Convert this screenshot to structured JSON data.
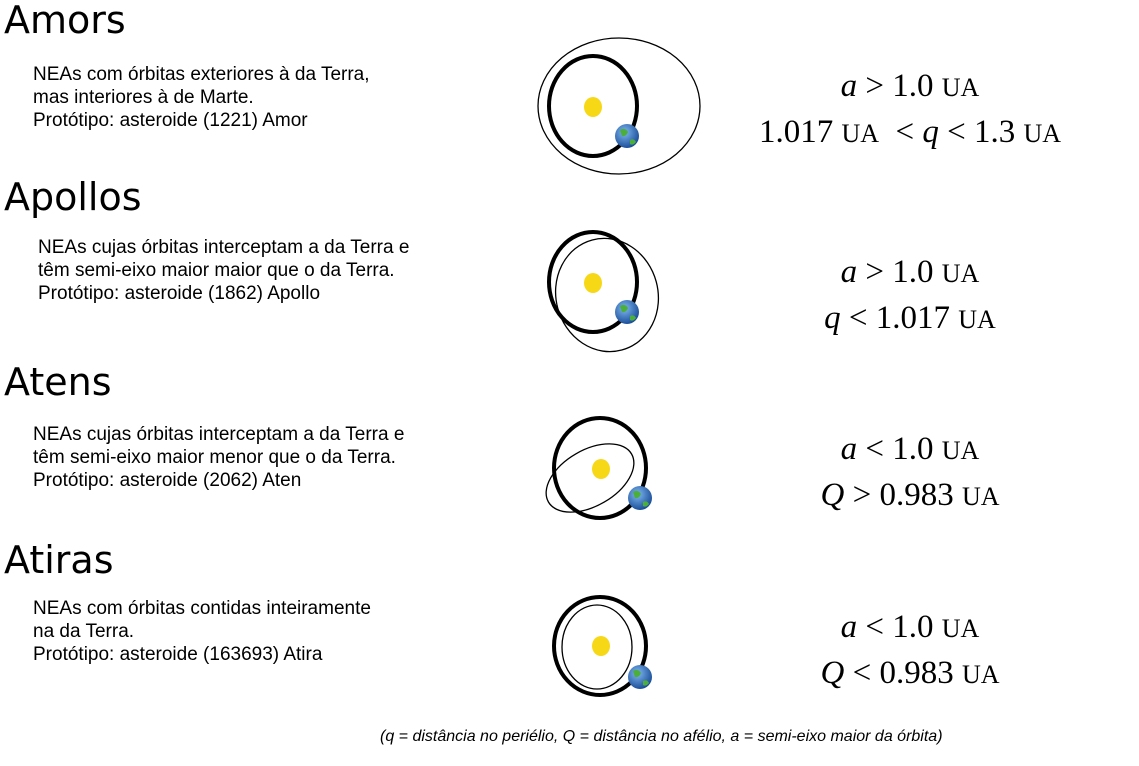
{
  "groups": [
    {
      "title": "Amors",
      "lines": [
        "NEAs com órbitas exteriores à da Terra,",
        "mas interiores à de Marte.",
        "Protótipo: asteroide (1221) Amor"
      ],
      "formula1": {
        "var": "a",
        "op": ">",
        "value": "1.0",
        "unit": "UA"
      },
      "formula2": {
        "pre": "1.017",
        "pre_unit": "UA",
        "op1": "<",
        "var": "q",
        "op": "<",
        "value": "1.3",
        "unit": "UA"
      }
    },
    {
      "title": "Apollos",
      "lines": [
        "NEAs cujas órbitas interceptam a da Terra e",
        "têm semi-eixo maior maior que o da Terra.",
        "Protótipo: asteroide (1862) Apollo"
      ],
      "formula1": {
        "var": "a",
        "op": ">",
        "value": "1.0",
        "unit": "UA"
      },
      "formula2": {
        "var": "q",
        "op": "<",
        "value": "1.017",
        "unit": "UA"
      }
    },
    {
      "title": "Atens",
      "lines": [
        "NEAs cujas órbitas interceptam a da Terra e",
        "têm semi-eixo maior menor que o da Terra.",
        "Protótipo: asteroide (2062) Aten"
      ],
      "formula1": {
        "var": "a",
        "op": "<",
        "value": "1.0",
        "unit": "UA"
      },
      "formula2": {
        "var": "Q",
        "op": ">",
        "value": "0.983",
        "unit": "UA"
      }
    },
    {
      "title": "Atiras",
      "lines": [
        "NEAs com órbitas contidas inteiramente",
        "na da Terra.",
        "Protótipo: asteroide (163693) Atira"
      ],
      "formula1": {
        "var": "a",
        "op": "<",
        "value": "1.0",
        "unit": "UA"
      },
      "formula2": {
        "var": "Q",
        "op": "<",
        "value": "0.983",
        "unit": "UA"
      }
    }
  ],
  "note": "(q = distância no periélio, Q = distância no afélio, a = semi-eixo maior da órbita)",
  "colors": {
    "sun": "#f7d817",
    "earth_ocean": "#2a6fc0",
    "earth_land": "#4caf3a"
  }
}
